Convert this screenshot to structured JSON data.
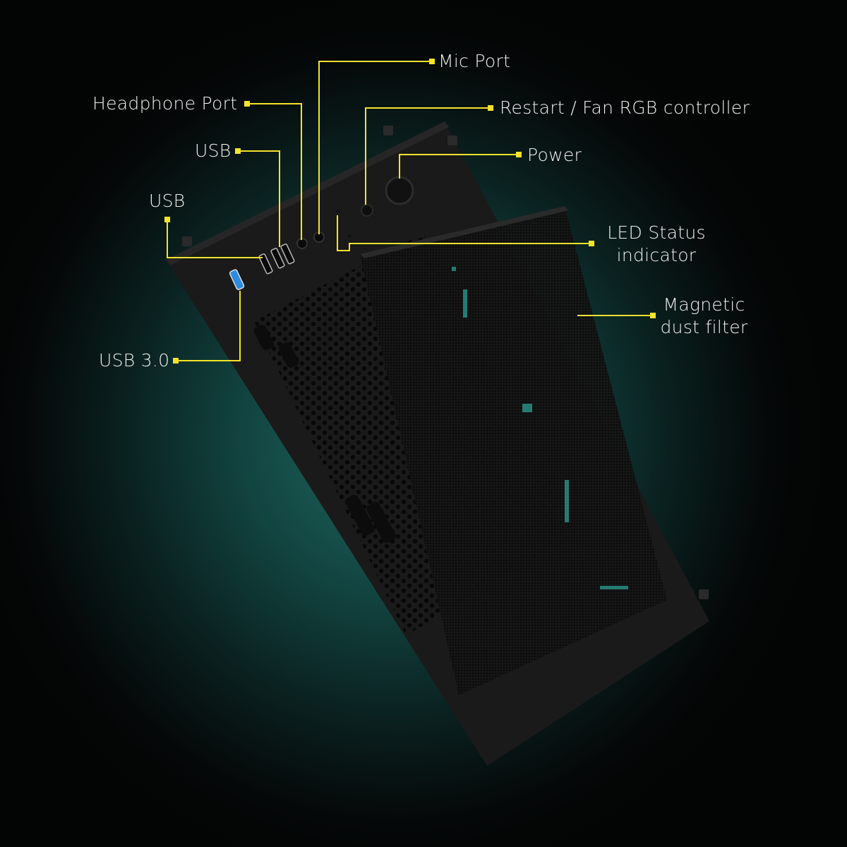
{
  "diagram": {
    "subject": "PC case front I/O panel with magnetic dust filter",
    "accent_color": "#f5e32a",
    "background_color": "#0a2120",
    "labels": [
      {
        "id": "mic_port",
        "text": "Mic Port"
      },
      {
        "id": "headphone_port",
        "text": "Headphone Port"
      },
      {
        "id": "restart_fan_rgb",
        "text": "Restart / Fan RGB controller"
      },
      {
        "id": "usb_1",
        "text": "USB"
      },
      {
        "id": "power",
        "text": "Power"
      },
      {
        "id": "usb_2",
        "text": "USB"
      },
      {
        "id": "led_status",
        "line1": "LED Status",
        "line2": "indicator"
      },
      {
        "id": "magnetic_filter",
        "line1": "Magnetic",
        "line2": "dust filter"
      },
      {
        "id": "usb_3",
        "text": "USB 3.0"
      }
    ]
  }
}
